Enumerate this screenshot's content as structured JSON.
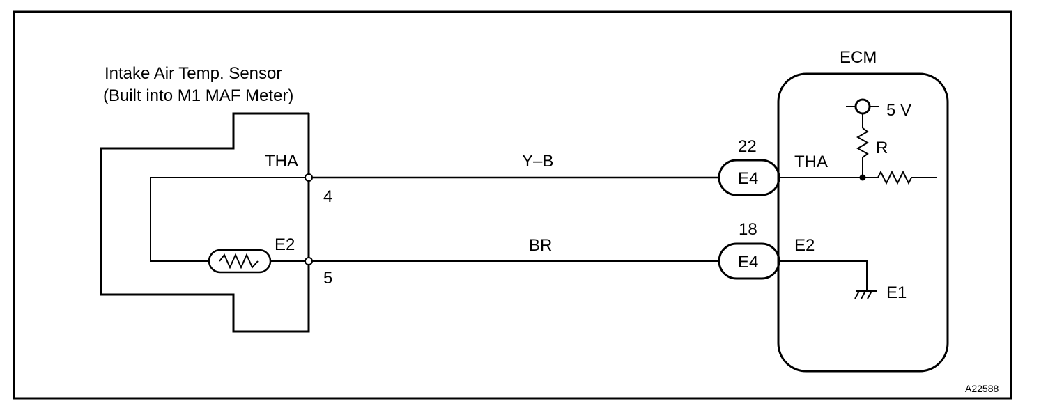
{
  "sensor": {
    "title_line1": "Intake Air Temp. Sensor",
    "title_line2": "(Built into M1 MAF Meter)",
    "pin_tha_label": "THA",
    "pin_e2_label": "E2",
    "pin_tha_number": "4",
    "pin_e2_number": "5"
  },
  "wires": {
    "tha_color": "Y–B",
    "e2_color": "BR"
  },
  "connector": {
    "tha_pin_number": "22",
    "e2_pin_number": "18",
    "tha_connector": "E4",
    "e2_connector": "E4"
  },
  "ecm": {
    "title": "ECM",
    "supply_voltage": "5 V",
    "resistor_label": "R",
    "tha_label": "THA",
    "e2_label": "E2",
    "ground_label": "E1"
  },
  "figure_id": "A22588"
}
